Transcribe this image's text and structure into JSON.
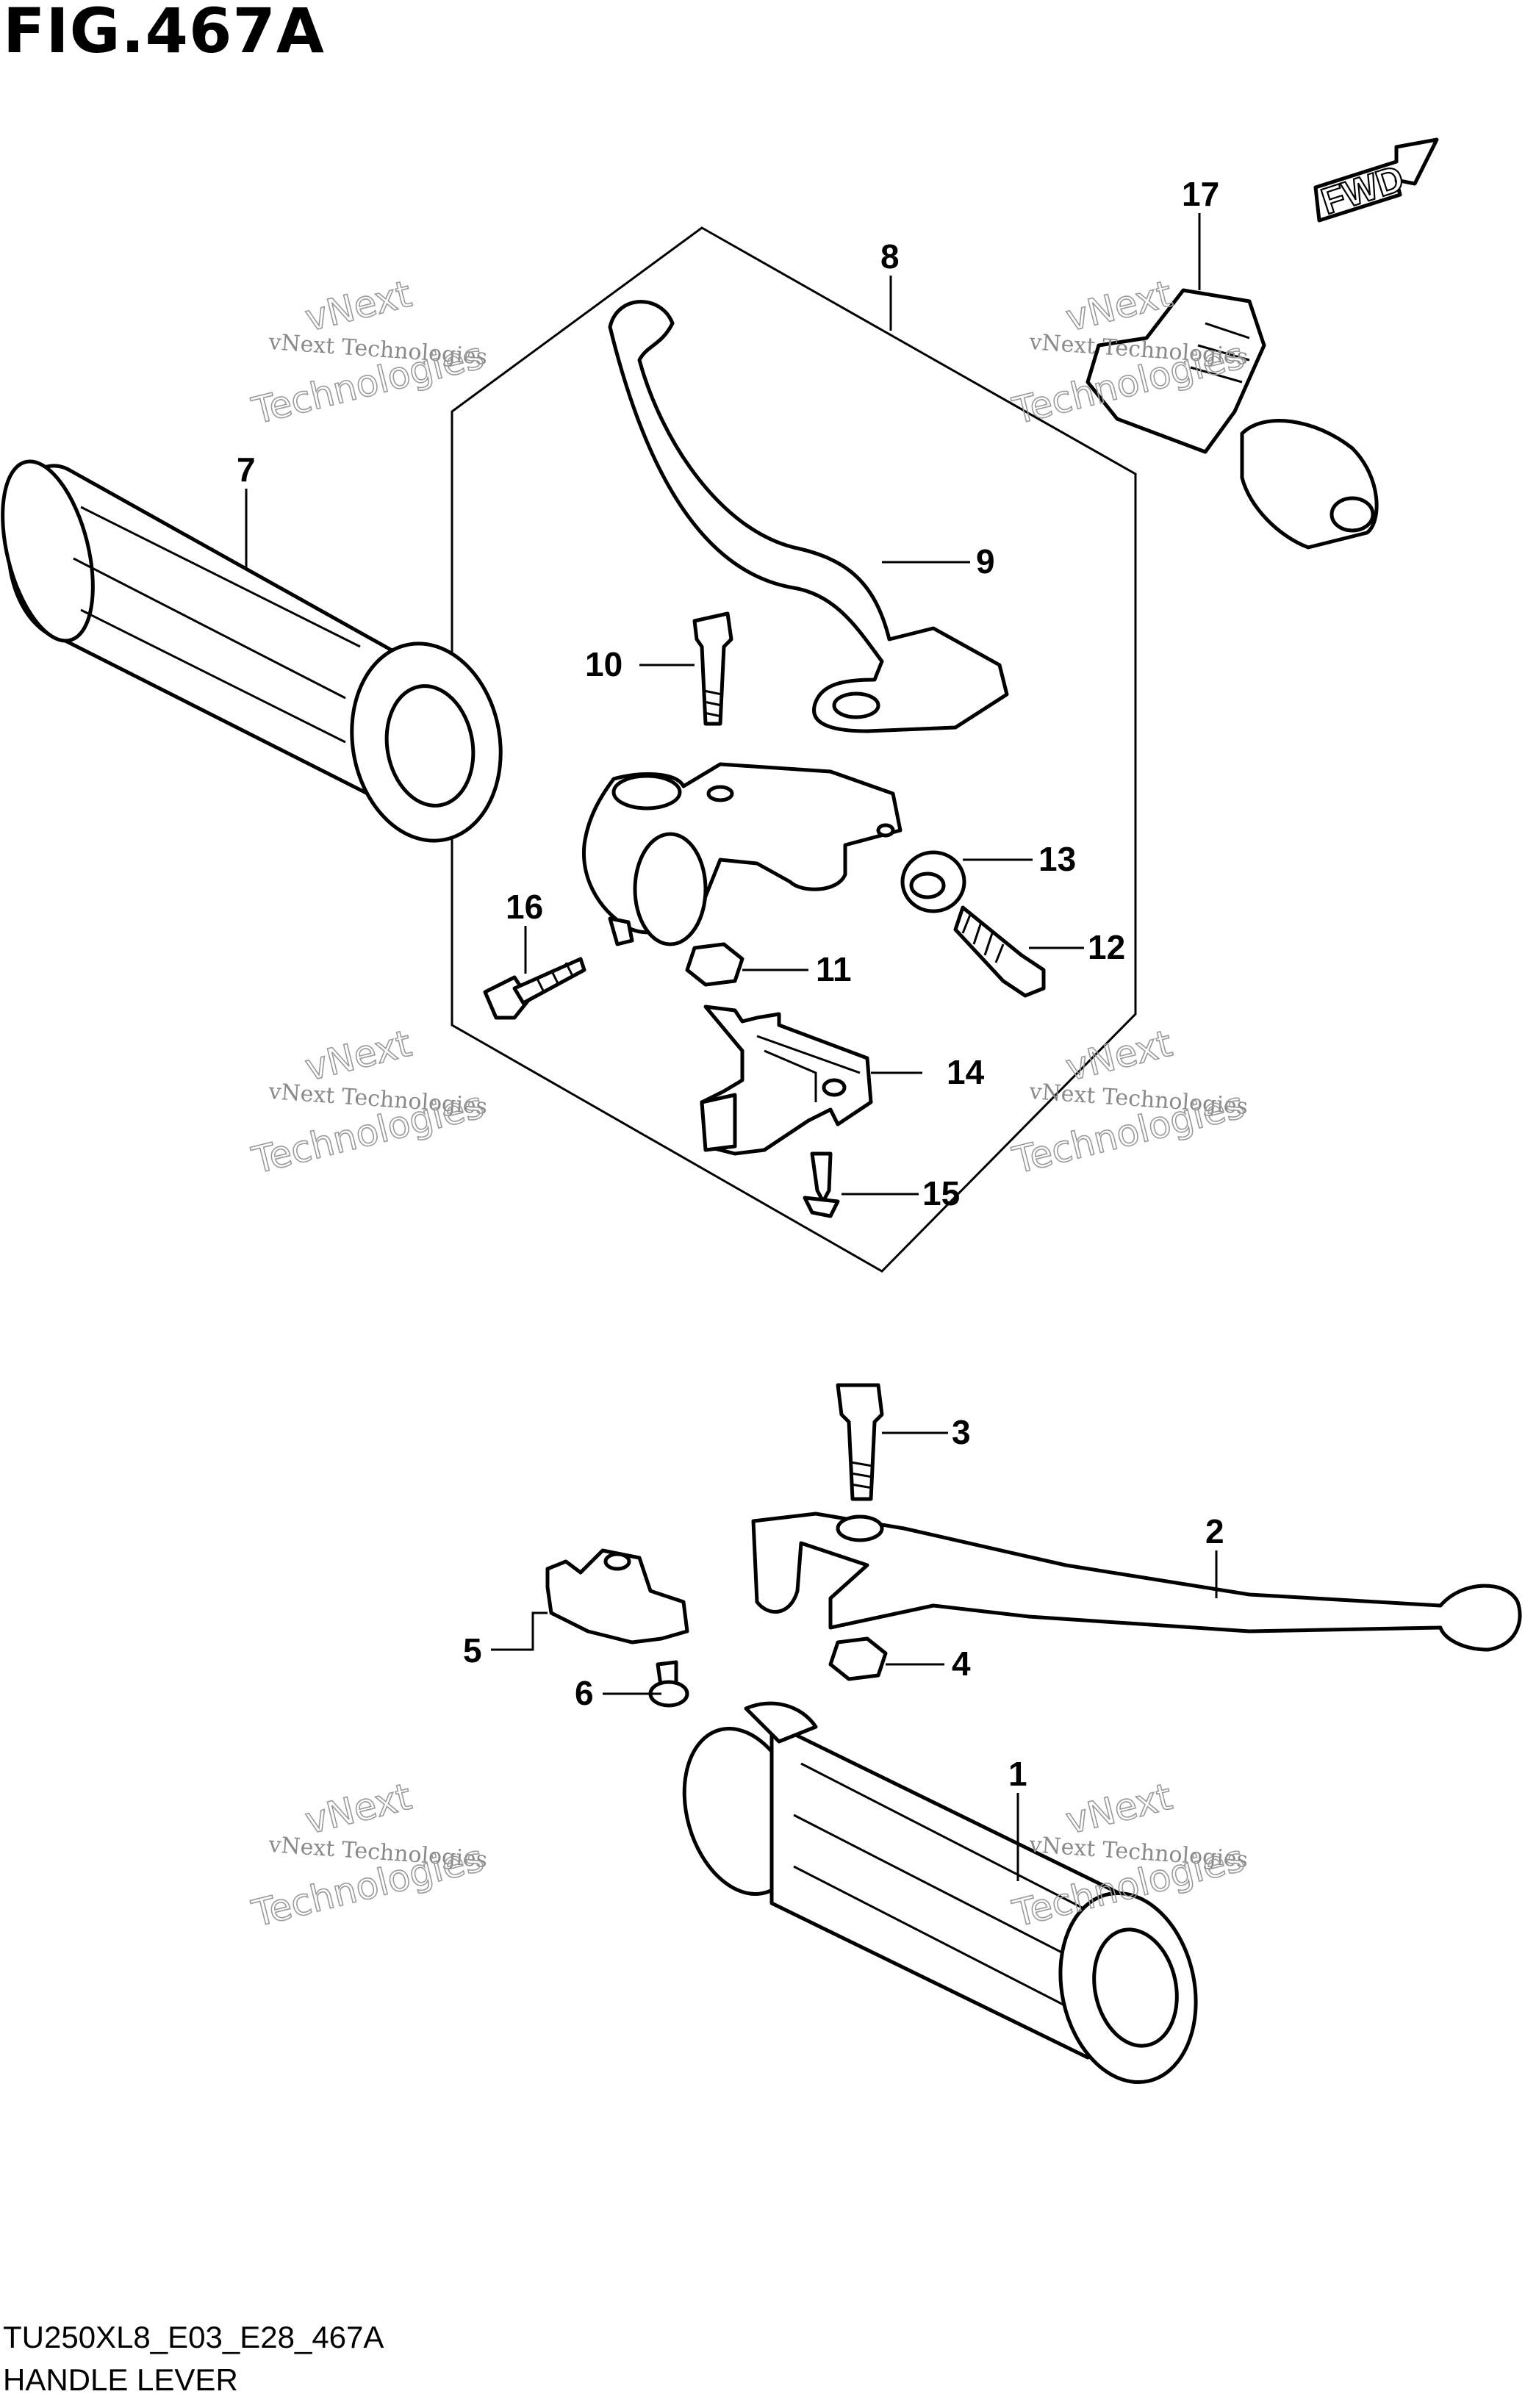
{
  "figure_title": "FIG.467A",
  "footer": {
    "model_code": "TU250XL8_E03_E28_467A",
    "section_name": "HANDLE LEVER"
  },
  "direction_marker": "FWD",
  "watermark": {
    "line1": "vNext Technologies",
    "line2_a": "vNext",
    "line2_b": "Technologies"
  },
  "callouts": [
    "1",
    "2",
    "3",
    "4",
    "5",
    "6",
    "7",
    "8",
    "9",
    "10",
    "11",
    "12",
    "13",
    "14",
    "15",
    "16",
    "17"
  ]
}
